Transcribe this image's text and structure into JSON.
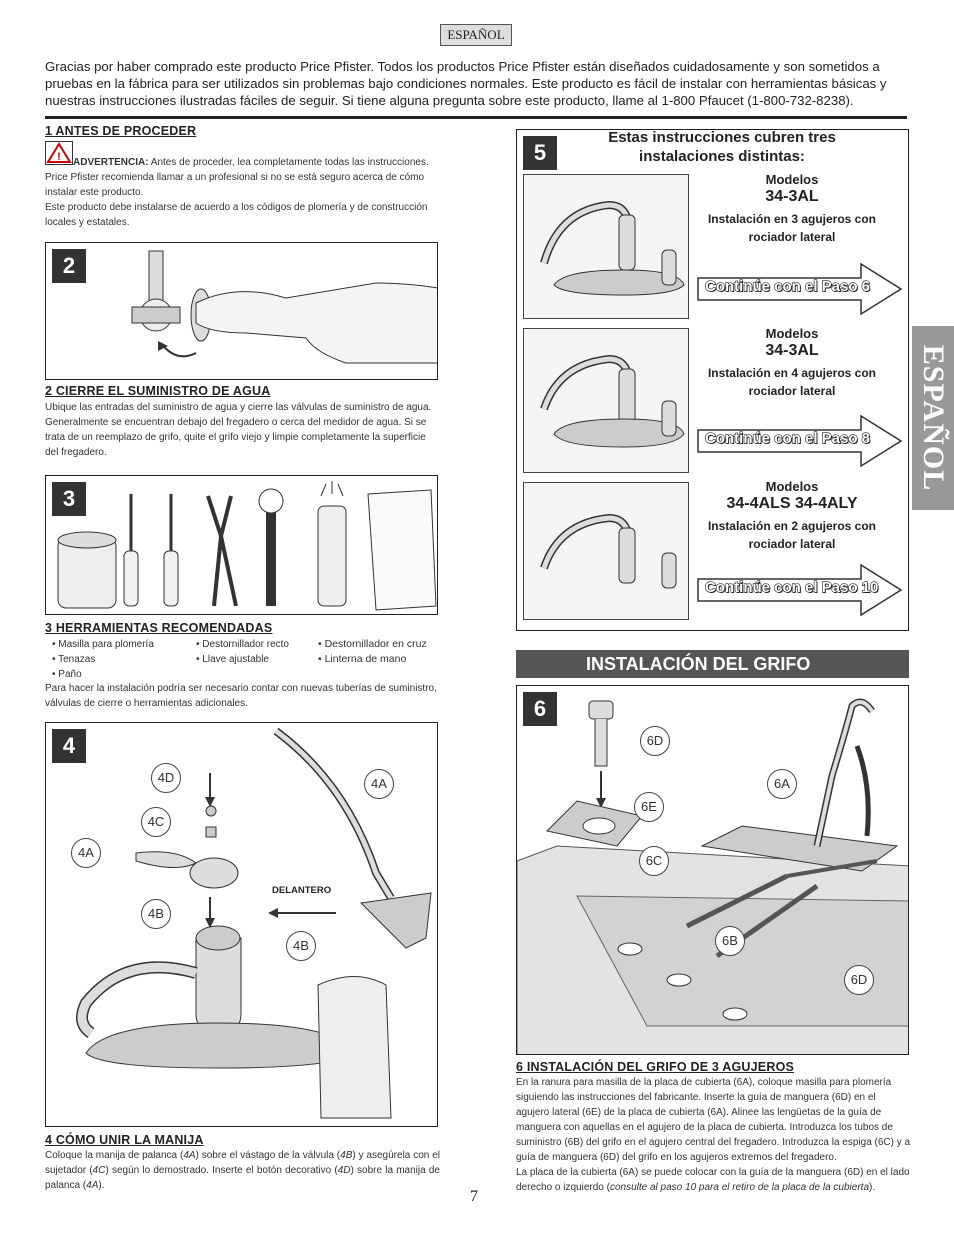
{
  "lang_tag": "ESPAÑOL",
  "intro": "Gracias por haber comprado este producto Price Pfister. Todos los productos Price Pfister están diseñados cuidadosamente y son sometidos a pruebas en la fábrica para ser utilizados sin problemas bajo condiciones normales. Este producto es fácil de instalar con herramientas básicas y nuestras instrucciones ilustradas fáciles de seguir. Si tiene alguna pregunta sobre este producto, llame al 1-800 Pfaucet (1-800-732-8238).",
  "side_tab": "ESPAÑOL",
  "step1": {
    "title": "1  ANTES DE PROCEDER",
    "warning_label": "ADVERTENCIA:",
    "warning_text": " Antes de proceder, lea completamente todas las instrucciones. Price Pfister recomienda llamar a un profesional si no se está seguro acerca de cómo instalar este producto.",
    "note": "Este producto debe instalarse de acuerdo a los códigos de plomería y de construcción locales y estatales."
  },
  "step2": {
    "number": "2",
    "title": "2   CIERRE EL SUMINISTRO DE AGUA",
    "text": "Ubique las entradas del suministro de agua y cierre las válvulas de suministro de agua. Generalmente se encuentran debajo del fregadero o cerca del medidor de agua. Si se trata de un reemplazo de grifo, quite el grifo viejo y limpie completamente la superficie del fregadero."
  },
  "step3": {
    "number": "3",
    "title": "3  HERRAMIENTAS RECOMENDADAS",
    "tools_col1": [
      "• Masilla para plomería",
      "• Tenazas",
      "• Paño"
    ],
    "tools_col2": [
      "• Destornillador recto",
      "• Llave ajustable"
    ],
    "tools_col3": [
      "• Destornillador en cruz",
      "• Linterna de mano"
    ],
    "note": "Para hacer la instalación podría ser necesario contar con nuevas tuberías de suministro, válvulas de cierre o herramientas adicionales."
  },
  "step4": {
    "number": "4",
    "title": "4  CÓMO UNIR LA MANIJA",
    "callouts": {
      "c4d": "4D",
      "c4c": "4C",
      "c4a_left": "4A",
      "c4b_left": "4B",
      "c4a_right": "4A",
      "c4b_right": "4B"
    },
    "front_label": "DELANTERO",
    "text_parts": [
      "Coloque la manija de palanca (",
      "4A",
      ") sobre el vástago de la válvula (",
      "4B",
      ") y asegúrela con el sujetador (",
      "4C",
      ") según lo demostrado. Inserte el botón decorativo (",
      "4D",
      ") sobre la manija de palanca (",
      "4A",
      ")."
    ]
  },
  "step5": {
    "number": "5",
    "header": "Estas instrucciones cubren tres instalaciones distintas:",
    "models": [
      {
        "label": "Modelos",
        "code": "34-3AL",
        "desc": "Instalación en 3 agujeros con rociador lateral",
        "action": "Continúe con el Paso 6"
      },
      {
        "label": "Modelos",
        "code": "34-3AL",
        "desc": "Instalación en 4 agujeros con rociador lateral",
        "action": "Continúe con el Paso 8"
      },
      {
        "label": "Modelos",
        "code": "34-4ALS  34-4ALY",
        "desc": "Instalación en 2 agujeros con rociador lateral",
        "action": "Continúe con el Paso 10"
      }
    ]
  },
  "section_bar": "INSTALACIÓN DEL GRIFO",
  "step6": {
    "number": "6",
    "callouts": {
      "c6d_top": "6D",
      "c6e": "6E",
      "c6c": "6C",
      "c6a": "6A",
      "c6b": "6B",
      "c6d_bottom": "6D"
    },
    "title": "6  INSTALACIÓN DEL GRIFO DE 3 AGUJEROS",
    "p1": "En la ranura para masilla de la placa de cubierta (6A), coloque masilla para plomería siguiendo las instrucciones del fabricante. Inserte la guía de manguera (6D) en el agujero lateral (6E) de la placa de cubierta (6A). Alinee las lengüetas de la guía de manguera con aquellas en el agujero de la placa de cubierta. Introduzca los tubos de suministro (6B) del grifo en el agujero central del fregadero. Introduzca la espiga (6C) y a guía de manguera (6D) del grifo en los agujeros extremos del fregadero.",
    "p2": "La placa de la cubierta (6A) se puede colocar con la guía de la manguera (6D) en el lado derecho o izquierdo (",
    "p2_italic": "consulte al paso 10 para el retiro de la placa de la cubierta",
    "p2_end": ")."
  },
  "page_number": "7"
}
